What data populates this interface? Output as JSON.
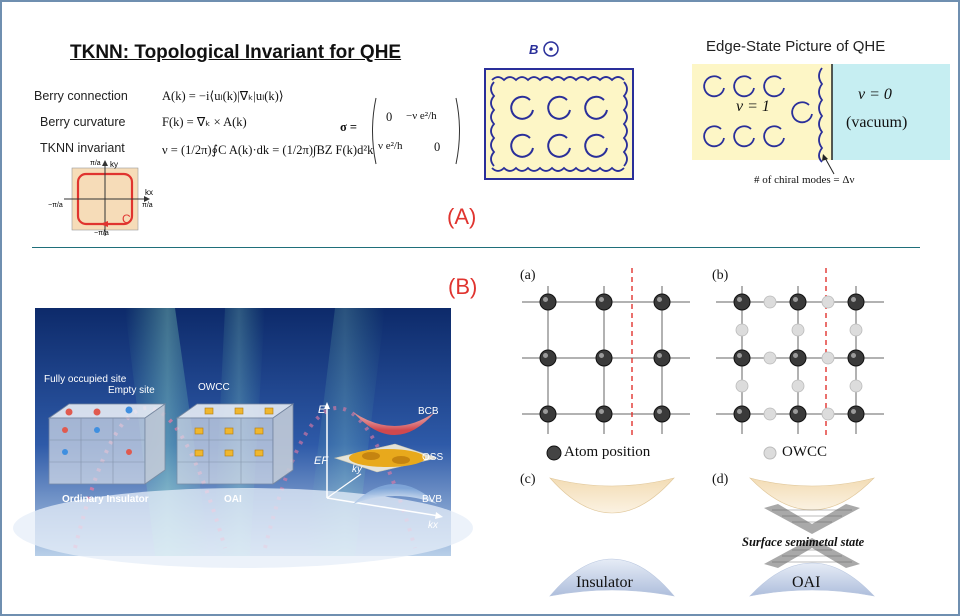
{
  "section_a": {
    "title": "TKNN: Topological Invariant for QHE",
    "rows": [
      {
        "label": "Berry connection",
        "formula": "A(k) = −i⟨uₗ(k)|∇ₖ|uₗ(k)⟩"
      },
      {
        "label": "Berry curvature",
        "formula": "F(k) = ∇ₖ × A(k)"
      },
      {
        "label": "TKNN invariant",
        "formula": "ν = (1/2π)∮C A(k)·dk = (1/2π)∫BZ F(k)d²k"
      }
    ],
    "sigma_label": "σ =",
    "matrix": {
      "m11": "0",
      "m12": "−ν e²/h",
      "m21": "ν e²/h",
      "m22": "0"
    },
    "bz": {
      "ky": "ky",
      "kx": "kx",
      "top": "π/a",
      "bottom": "−π/a",
      "left": "−π/a",
      "right": "π/a",
      "contour": "C"
    },
    "field_label": "B",
    "edge_state": {
      "title": "Edge-State Picture of QHE",
      "inner": "ν = 1",
      "outer_nu": "ν = 0",
      "outer_label": "(vacuum)",
      "chiral": "# of chiral modes = Δν"
    },
    "tag": "(A)"
  },
  "section_b": {
    "tag": "(B)",
    "illustration": {
      "fully_occupied": "Fully occupied site",
      "empty": "Empty site",
      "owcc": "OWCC",
      "ordinary": "Ordinary Insulator",
      "oai": "OAI",
      "E": "E",
      "EF": "EF",
      "ky": "ky",
      "kx": "kx",
      "bcb": "BCB",
      "oss": "OSS",
      "bvb": "BVB"
    },
    "panels": {
      "a": "(a)",
      "b": "(b)",
      "c": "(c)",
      "d": "(d)",
      "atom_legend": "Atom position",
      "owcc_legend": "OWCC",
      "insulator": "Insulator",
      "oai": "OAI",
      "surface": "Surface semimetal state"
    }
  },
  "colors": {
    "frame": "#6f8fb0",
    "red_label": "#e0342f",
    "edge_yellow": "#fdf6c6",
    "vacuum_cyan": "#c6eef2",
    "divider": "#1f6f7a"
  }
}
